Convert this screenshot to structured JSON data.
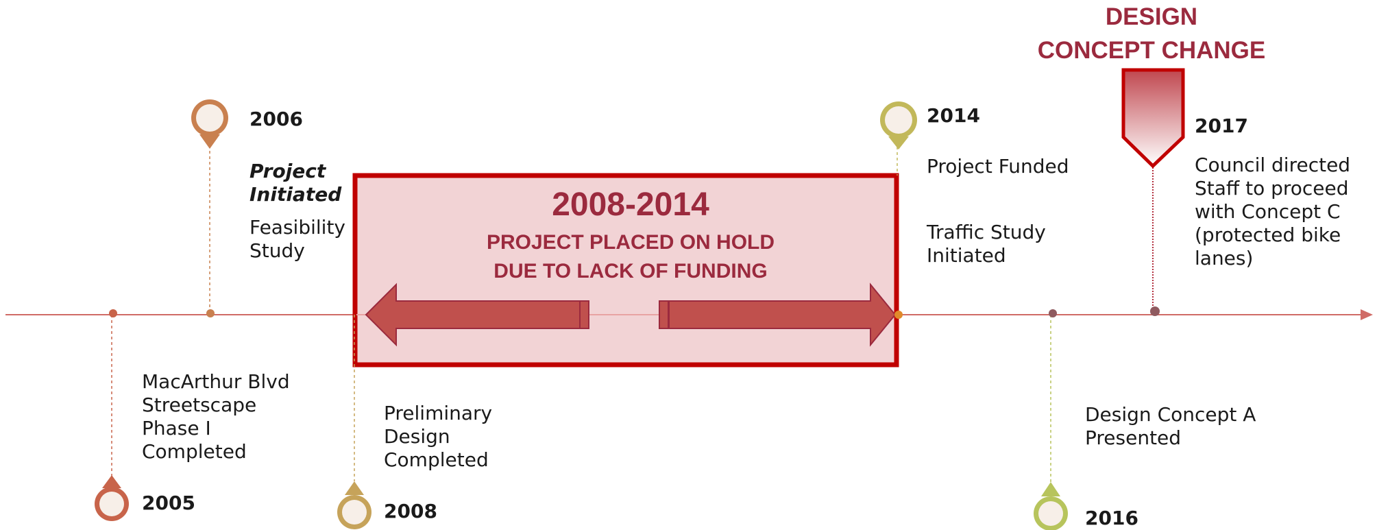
{
  "milestones": [
    {
      "year": "2005",
      "description": "MacArthur Blvd\nStreetscape\nPhase I\nCompleted",
      "pin_color": "#c8644a"
    },
    {
      "year": "2006",
      "title": "Project\nInitiated",
      "description": "Feasibility\nStudy",
      "pin_color": "#c9804f"
    },
    {
      "year": "2008",
      "description": "Preliminary\nDesign\nCompleted",
      "pin_color": "#c6a35a"
    },
    {
      "year": "2014",
      "description": "Project Funded",
      "description2": "Traffic Study\nInitiated",
      "pin_color": "#c2b85a"
    },
    {
      "year": "2016",
      "description": "Design Concept A\nPresented",
      "pin_color": "#b7c45c"
    },
    {
      "year": "2017",
      "description": "Council directed\nStaff to proceed\nwith Concept C\n(protected bike\nlanes)"
    }
  ],
  "hold_period": {
    "range": "2008-2014",
    "message": "PROJECT PLACED ON HOLD\nDUE TO LACK OF FUNDING"
  },
  "design_change": {
    "label": "DESIGN\nCONCEPT CHANGE"
  },
  "colors": {
    "timeline": "#d06b66",
    "dark_red": "#c00000",
    "text_red": "#9b2a3e",
    "arrow_fill": "#c0504d",
    "hold_fill": "#f2d3d5",
    "pin_inner": "#f7efe8"
  }
}
